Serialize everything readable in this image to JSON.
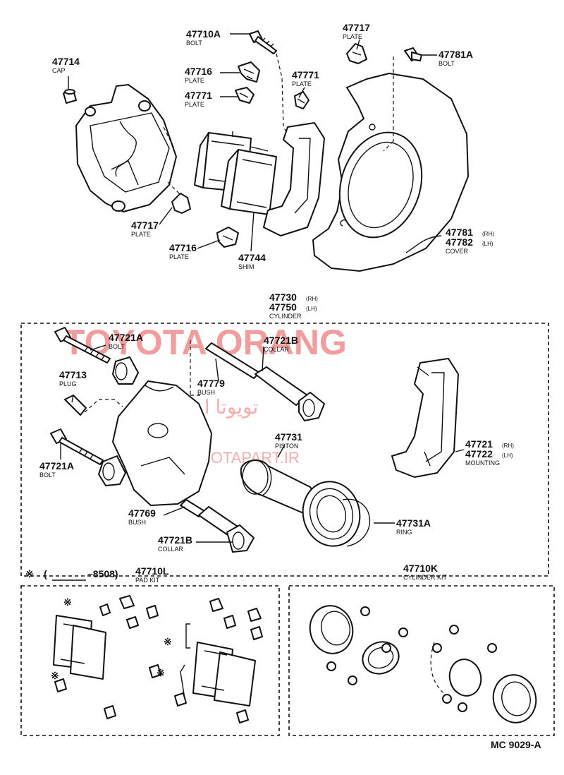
{
  "labels": {
    "p47710A": {
      "num": "47710A",
      "name": "BOLT"
    },
    "p47714": {
      "num": "47714",
      "name": "CAP"
    },
    "p47716_top": {
      "num": "47716",
      "name": "PLATE"
    },
    "p47771_left": {
      "num": "47771",
      "name": "PLATE"
    },
    "p47771_right": {
      "num": "47771",
      "name": "PLATE"
    },
    "p47717_top": {
      "num": "47717",
      "name": "PLATE"
    },
    "p47781A": {
      "num": "47781A",
      "name": "BOLT"
    },
    "p47717_bottom": {
      "num": "47717",
      "name": "PLATE"
    },
    "p47716_bottom": {
      "num": "47716",
      "name": "PLATE"
    },
    "p47744": {
      "num": "47744",
      "name": "SHIM"
    },
    "p47781": {
      "num1": "47781",
      "rl1": "(RH)",
      "num2": "47782",
      "rl2": "(LH)",
      "name": "COVER"
    },
    "p47730": {
      "num1": "47730",
      "rl1": "(RH)",
      "num2": "47750",
      "rl2": "(LH)",
      "name": "CYLINDER"
    },
    "p47721A_top": {
      "num": "47721A",
      "name": "BOLT"
    },
    "p47721B_top": {
      "num": "47721B",
      "name": "COLLAR"
    },
    "p47713": {
      "num": "47713",
      "name": "PLUG"
    },
    "p47779": {
      "num": "47779",
      "name": "BUSH"
    },
    "p47721A_bottom": {
      "num": "47721A",
      "name": "BOLT"
    },
    "p47731": {
      "num": "47731",
      "name": "PISTON"
    },
    "p47721": {
      "num1": "47721",
      "rl1": "(RH)",
      "num2": "47722",
      "rl2": "(LH)",
      "name": "MOUNTING"
    },
    "p47769": {
      "num": "47769",
      "name": "BUSH"
    },
    "p47721B_bottom": {
      "num": "47721B",
      "name": "COLLAR"
    },
    "p47731A": {
      "num": "47731A",
      "name": "RING"
    },
    "p47710L": {
      "num": "47710L",
      "name": "PAD KIT"
    },
    "p47710K": {
      "num": "47710K",
      "name": "CYLINDER KIT"
    }
  },
  "kit_note": {
    "mark": "※",
    "open": "(",
    "close": "–8508)"
  },
  "asterisk": "※",
  "watermark": {
    "main": "TOYOTA ORANG",
    "arabic": "تویوتا اورنگ",
    "site": "TOYOTAPART.IR"
  },
  "diagram_code": "MC 9029-A"
}
